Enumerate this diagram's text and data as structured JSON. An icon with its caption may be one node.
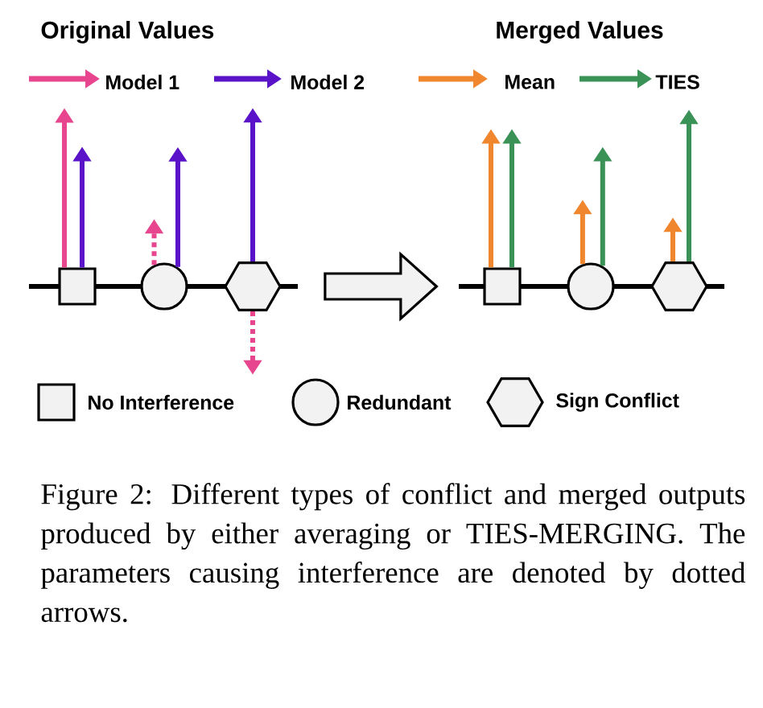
{
  "diagram": {
    "caption": "Figure 2: Different types of conflict and merged outputs produced by either averaging or TIES-MERGING. The parameters causing interference are denoted by dotted arrows.",
    "nodes": [
      {
        "text": [],
        "shape": "box"
      },
      {
        "text": [],
        "shape": "circle"
      },
      {
        "text": [],
        "shape": "hexagon"
      },
      {
        "text": [],
        "shape": "box"
      },
      {
        "text": [],
        "shape": "circle"
      },
      {
        "text": [],
        "shape": "hexagon"
      }
    ],
    "edges": [
      {
        "from": 0,
        "to": null,
        "arrow": "to",
        "color": "#e8458f"
      },
      {
        "from": 0,
        "to": null,
        "arrow": "to",
        "color": "#5a13c8"
      },
      {
        "from": 1,
        "to": null,
        "arrow": "to",
        "style": "dashed",
        "color": "#e8458f"
      },
      {
        "from": 1,
        "to": null,
        "arrow": "to",
        "color": "#5a13c8"
      },
      {
        "from": 2,
        "to": null,
        "arrow": "to",
        "color": "#5a13c8"
      },
      {
        "from": 2,
        "to": null,
        "arrow": "to",
        "style": "dashed",
        "color": "#e8458f"
      },
      {
        "from": 3,
        "to": null,
        "arrow": "to",
        "color": "#f0862e"
      },
      {
        "from": 3,
        "to": null,
        "arrow": "to",
        "color": "#3a9256"
      },
      {
        "from": 4,
        "to": null,
        "arrow": "to",
        "color": "#f0862e"
      },
      {
        "from": 4,
        "to": null,
        "arrow": "to",
        "color": "#3a9256"
      },
      {
        "from": 5,
        "to": null,
        "arrow": "to",
        "color": "#f0862e"
      },
      {
        "from": 5,
        "to": null,
        "arrow": "to",
        "color": "#3a9256"
      },
      {
        "from": 2,
        "to": 3,
        "arrow": "to"
      }
    ],
    "labels": [
      "Original Values",
      "Merged Values"
    ],
    "legend": [
      {
        "text": "Model 1"
      },
      {
        "text": "Model 2"
      },
      {
        "text": "Mean"
      },
      {
        "text": "TIES"
      },
      {
        "text": "No Interference"
      },
      {
        "text": "Redundant"
      },
      {
        "text": "Sign Conflict"
      }
    ]
  }
}
